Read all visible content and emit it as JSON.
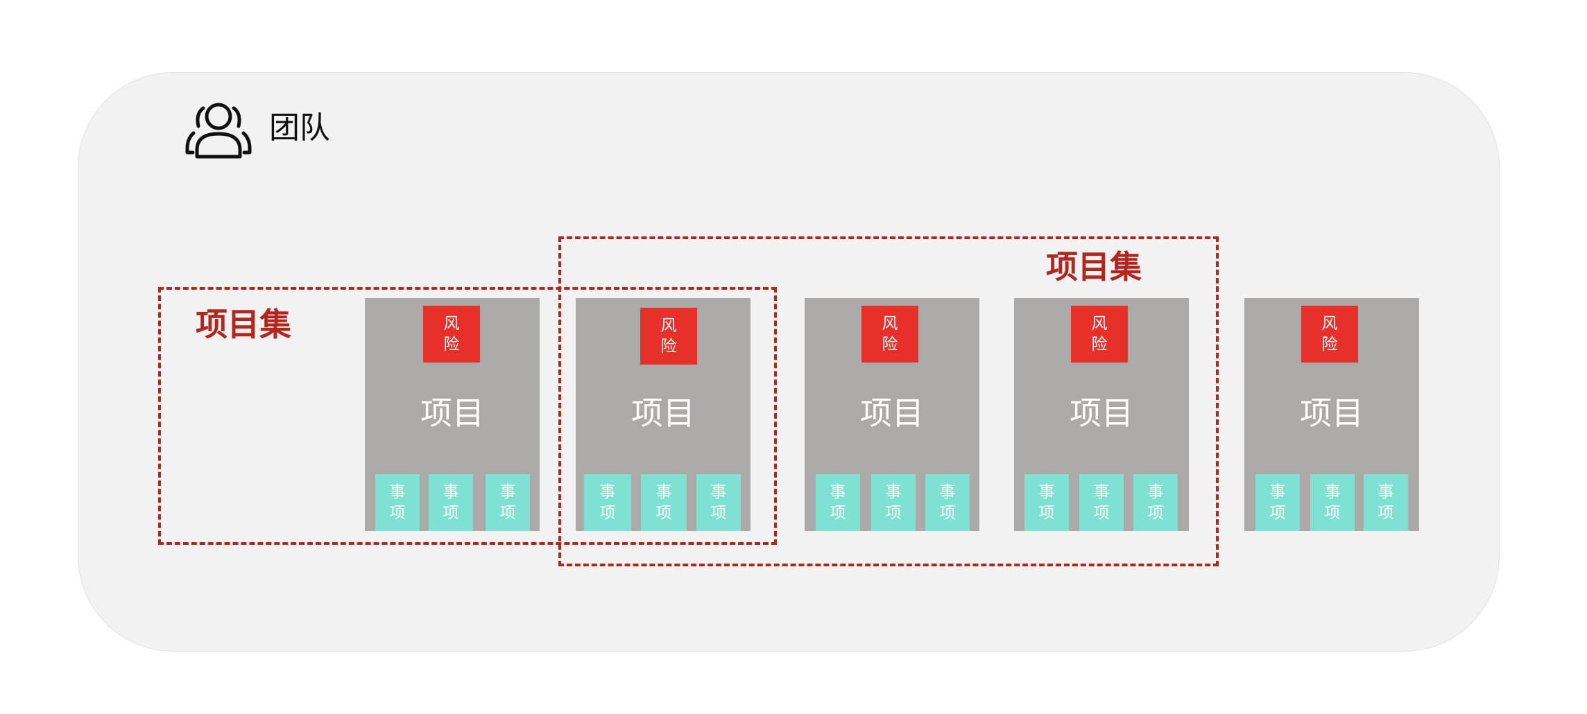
{
  "team": {
    "label": "团队",
    "icon": "team-users-icon"
  },
  "project_sets": [
    {
      "label": "项目集"
    },
    {
      "label": "项目集"
    }
  ],
  "projects": [
    {
      "title": "项目",
      "risk": "风险",
      "items": [
        "事项",
        "事项",
        "事项"
      ]
    },
    {
      "title": "项目",
      "risk": "风险",
      "items": [
        "事项",
        "事项",
        "事项"
      ]
    },
    {
      "title": "项目",
      "risk": "风险",
      "items": [
        "事项",
        "事项",
        "事项"
      ]
    },
    {
      "title": "项目",
      "risk": "风险",
      "items": [
        "事项",
        "事项",
        "事项"
      ]
    },
    {
      "title": "项目",
      "risk": "风险",
      "items": [
        "事项",
        "事项",
        "事项"
      ]
    }
  ],
  "colors": {
    "panel": "#f2f2f2",
    "project": "#acaaa8",
    "risk": "#e8302a",
    "item": "#7ee1d1",
    "set_border": "#b3261e"
  }
}
